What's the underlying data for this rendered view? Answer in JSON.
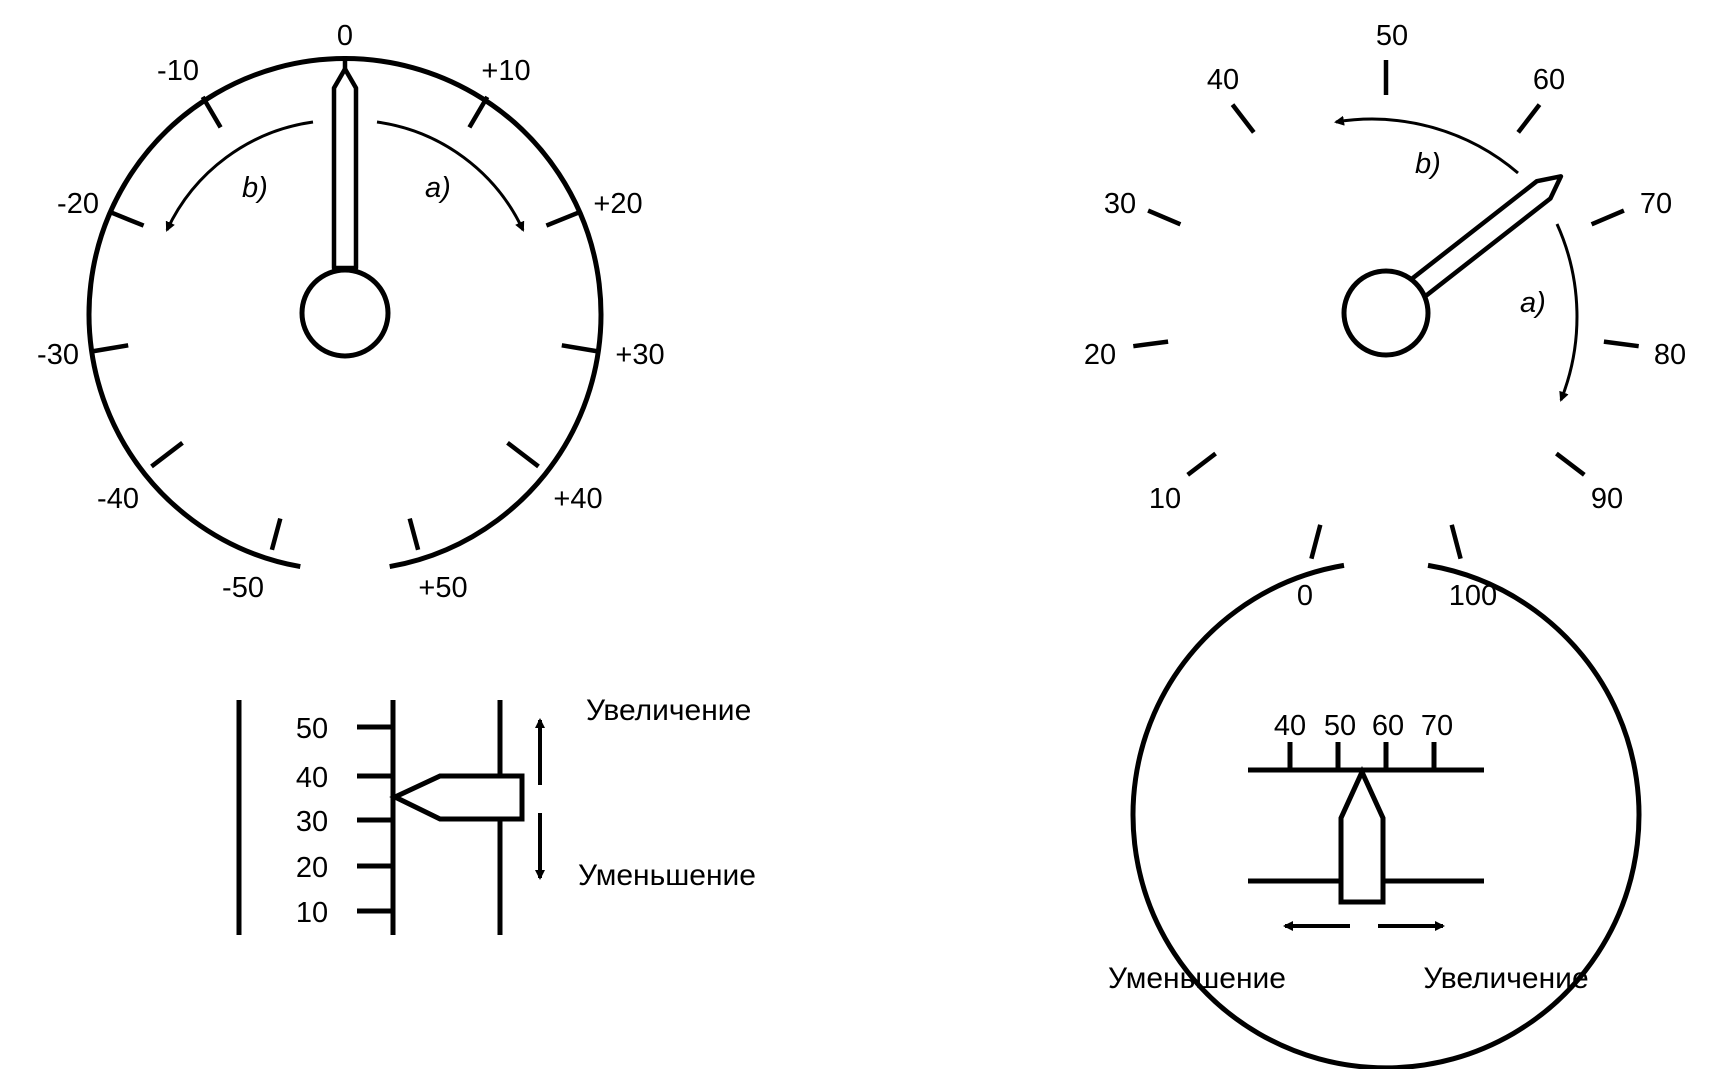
{
  "colors": {
    "ink": "#000000",
    "paper": "#ffffff"
  },
  "dial_left": {
    "ticks": [
      "0",
      "+10",
      "+20",
      "+30",
      "+40",
      "+50",
      "-50",
      "-40",
      "-30",
      "-20",
      "-10"
    ],
    "arrow_right_label": "a)",
    "arrow_left_label": "b)",
    "pointer_value": "0"
  },
  "dial_right": {
    "ticks": [
      "0",
      "10",
      "20",
      "30",
      "40",
      "50",
      "60",
      "70",
      "80",
      "90",
      "100"
    ],
    "arrow_top_label": "b)",
    "arrow_side_label": "a)",
    "pointer_value": "64"
  },
  "vertical_scale": {
    "ticks": [
      "50",
      "40",
      "30",
      "20",
      "10"
    ],
    "increase_label": "Увеличение",
    "decrease_label": "Уменьшение",
    "pointer_value": "35"
  },
  "horizontal_scale": {
    "ticks": [
      "40",
      "50",
      "60",
      "70"
    ],
    "decrease_label": "Уменьшение",
    "increase_label": "Увеличение",
    "pointer_value": "55"
  }
}
